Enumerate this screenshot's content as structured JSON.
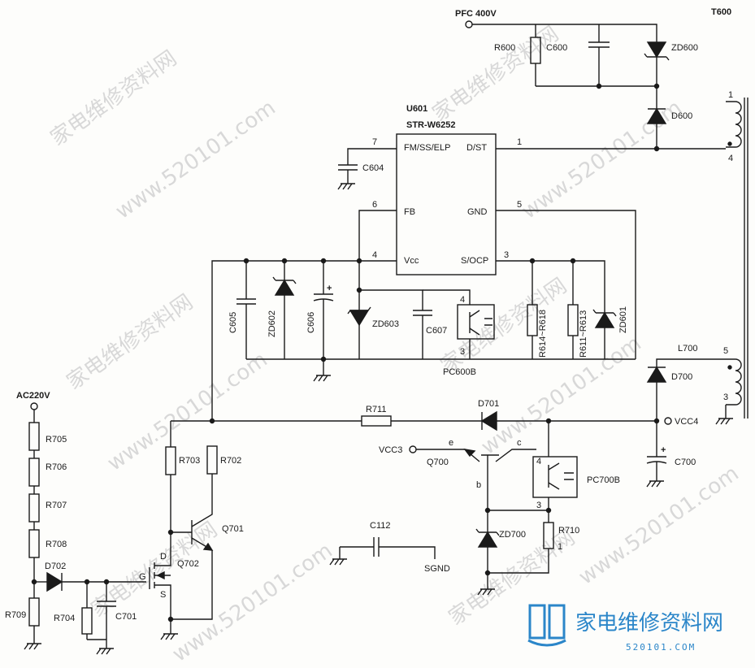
{
  "labels": {
    "pfc": "PFC 400V",
    "t600": "T600",
    "r600": "R600",
    "c600": "C600",
    "zd600": "ZD600",
    "d600": "D600",
    "u601": "U601",
    "ic_part": "STR-W6252",
    "pin_fmssleft": "FM/SS/ELP",
    "pin_dst": "D/ST",
    "pin_fb": "FB",
    "pin_gnd": "GND",
    "pin_vcc": "Vcc",
    "pin_socp": "S/OCP",
    "c604": "C604",
    "c605": "C605",
    "zd602": "ZD602",
    "c606": "C606",
    "zd603": "ZD603",
    "c607": "C607",
    "pc600b": "PC600B",
    "r614": "R614~R618",
    "r611": "R611~R613",
    "zd601": "ZD601",
    "l700": "L700",
    "d700": "D700",
    "vcc4": "VCC4",
    "c700": "C700",
    "d701": "D701",
    "r711": "R711",
    "vcc3": "VCC3",
    "q700": "Q700",
    "pc700b": "PC700B",
    "zd700": "ZD700",
    "r710": "R710",
    "c112": "C112",
    "sgnd": "SGND",
    "ac220": "AC220V",
    "r705": "R705",
    "r706": "R706",
    "r707": "R707",
    "r708": "R708",
    "r709": "R709",
    "d702": "D702",
    "r704": "R704",
    "c701": "C701",
    "r703": "R703",
    "r702": "R702",
    "q701": "Q701",
    "q702": "Q702"
  },
  "pins": {
    "p1": "1",
    "p3": "3",
    "p4": "4",
    "p5": "5",
    "p6": "6",
    "p7": "7",
    "t_1": "1",
    "t_4": "4",
    "t_5": "5",
    "t_3": "3",
    "pc6_4": "4",
    "pc6_3": "3",
    "pc7_4": "4",
    "pc7_3": "3",
    "r710_1": "1",
    "e": "e",
    "c": "c",
    "b": "b",
    "g": "G",
    "d": "D",
    "s": "S",
    "plus1": "+",
    "plus2": "+"
  },
  "watermark": {
    "cn": "家电维修资料网",
    "url": "www.520101.com"
  },
  "brand": {
    "name": "家电维修资料网",
    "url": "520101.COM",
    "color": "#2b86c9"
  }
}
